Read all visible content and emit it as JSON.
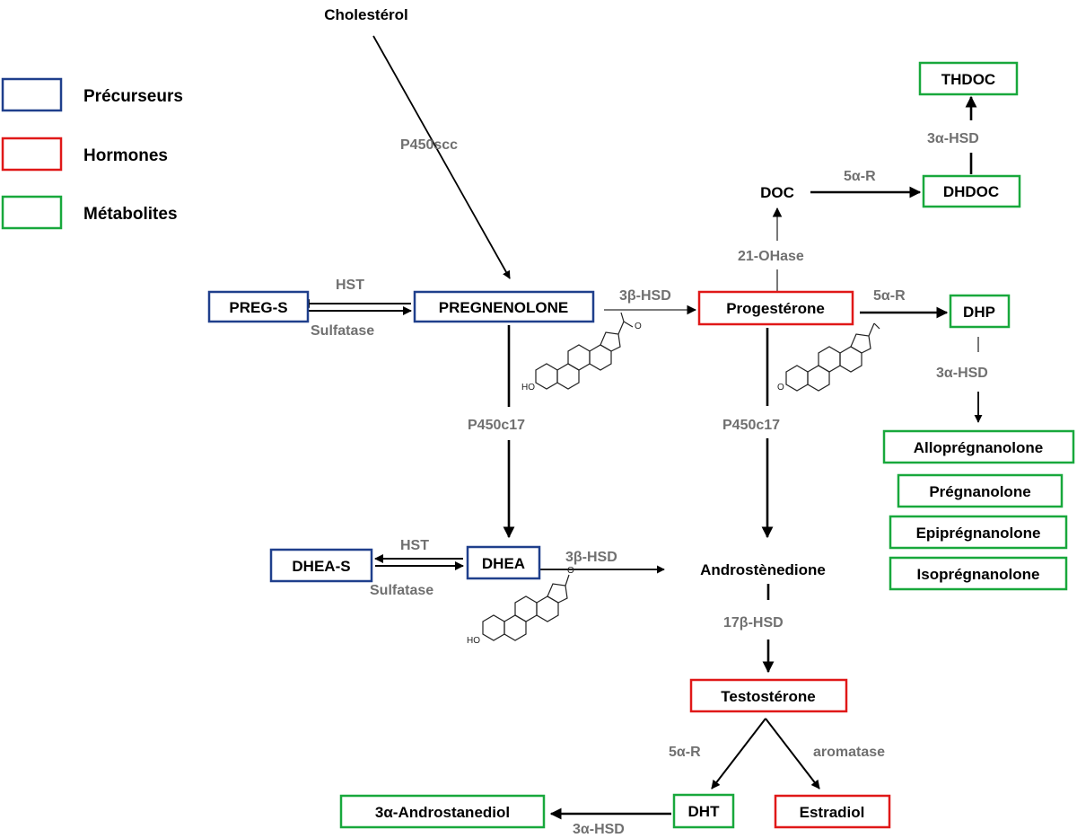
{
  "colors": {
    "precursor": "#1f3f8c",
    "hormone": "#e01818",
    "metabolite": "#18a83c",
    "enzyme_text": "#707070"
  },
  "legend": {
    "precursors": "Précurseurs",
    "hormones": "Hormones",
    "metabolites": "Métabolites"
  },
  "nodes": {
    "cholesterol": "Cholestérol",
    "preg_s": "PREG-S",
    "pregnenolone": "PREGNENOLONE",
    "progesterone": "Progestérone",
    "doc": "DOC",
    "dhdoc": "DHDOC",
    "thdoc": "THDOC",
    "dhp": "DHP",
    "allopregnanolone": "Alloprégnanolone",
    "pregnanolone": "Prégnanolone",
    "epipregnanolone": "Epiprégnanolone",
    "isopregnanolone": "Isoprégnanolone",
    "dhea_s": "DHEA-S",
    "dhea": "DHEA",
    "androstenedione": "Androstènedione",
    "testosterone": "Testostérone",
    "dht": "DHT",
    "estradiol": "Estradiol",
    "androstanediol": "3α-Androstanediol"
  },
  "enzymes": {
    "p450scc": "P450scc",
    "hst_top": "HST",
    "sulfatase_top": "Sulfatase",
    "hsd3b_top": "3β-HSD",
    "p450c17_left": "P450c17",
    "p450c17_right": "P450c17",
    "ohase21": "21-OHase",
    "r5a_doc": "5α-R",
    "hsd3a_thdoc": "3α-HSD",
    "r5a_dhp": "5α-R",
    "hsd3a_dhp": "3α-HSD",
    "hst_bottom": "HST",
    "sulfatase_bottom": "Sulfatase",
    "hsd3b_bottom": "3β-HSD",
    "hsd17b": "17β-HSD",
    "r5a_dht": "5α-R",
    "aromatase": "aromatase",
    "hsd3a_bottom": "3α-HSD"
  },
  "molecule_labels": {
    "ho": "HO",
    "o": "O"
  }
}
